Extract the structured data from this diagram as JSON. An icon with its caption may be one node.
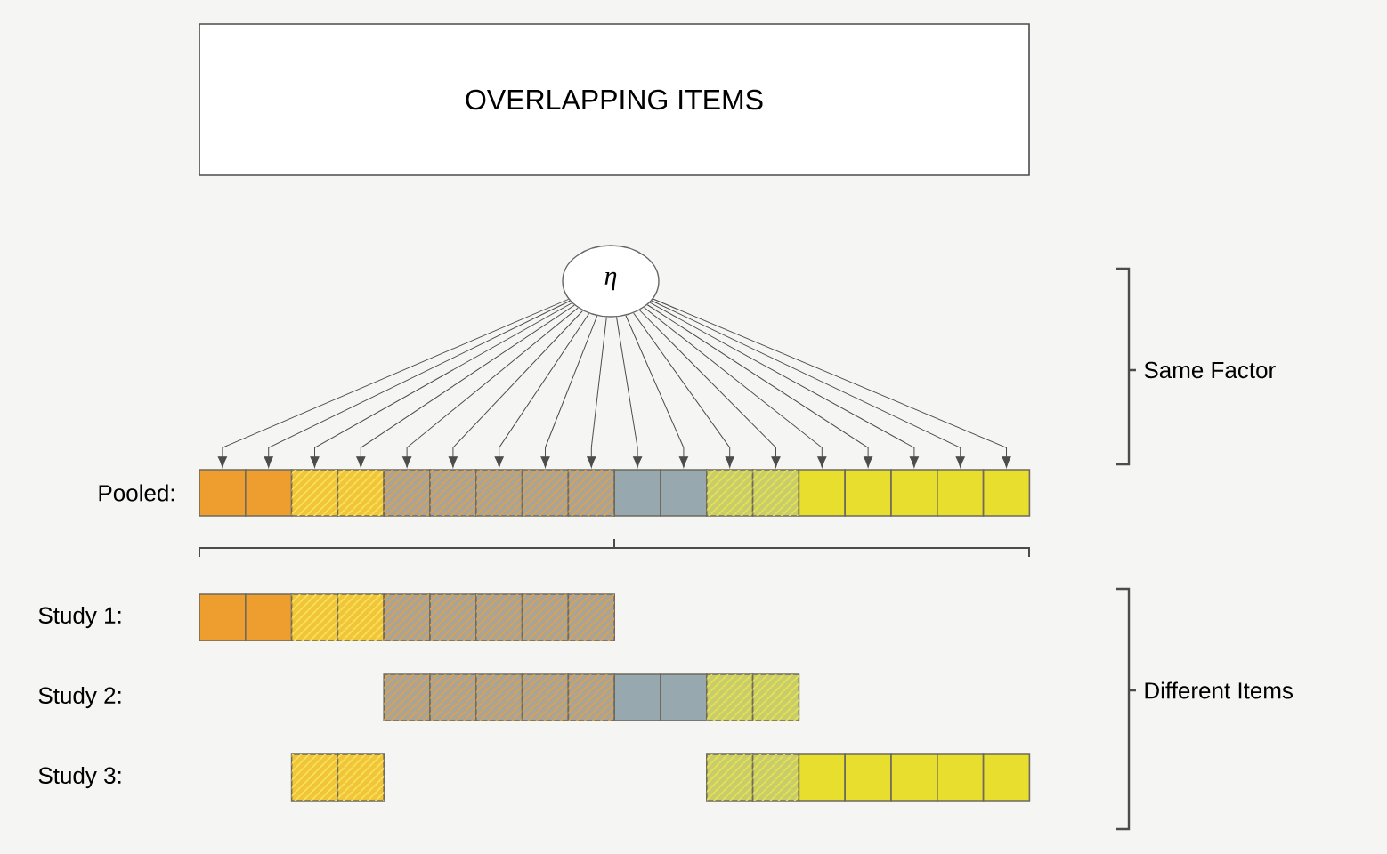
{
  "diagram": {
    "nodes": [
      {
        "text": [
          "OVERLAPPING ITEMS"
        ]
      },
      {
        "text": [
          "η"
        ]
      },
      {
        "text": [],
        "shape": "box"
      },
      {
        "text": [],
        "shape": "box"
      },
      {
        "text": [],
        "shape": "box"
      },
      {
        "text": [],
        "shape": "box"
      },
      {
        "text": [],
        "shape": "box"
      },
      {
        "text": [],
        "shape": "box"
      },
      {
        "text": [],
        "shape": "box"
      },
      {
        "text": [],
        "shape": "box"
      },
      {
        "text": [],
        "shape": "box"
      },
      {
        "text": [],
        "shape": "box"
      },
      {
        "text": [],
        "shape": "box"
      },
      {
        "text": [],
        "shape": "box"
      },
      {
        "text": [],
        "shape": "box"
      },
      {
        "text": [],
        "shape": "box"
      },
      {
        "text": [],
        "shape": "box"
      },
      {
        "text": [],
        "shape": "box"
      },
      {
        "text": [],
        "shape": "box"
      },
      {
        "text": [],
        "shape": "box"
      },
      {
        "text": [],
        "shape": "box"
      },
      {
        "text": [],
        "shape": "box"
      },
      {
        "text": [],
        "shape": "box"
      },
      {
        "text": [],
        "shape": "box"
      },
      {
        "text": [],
        "shape": "box"
      },
      {
        "text": [],
        "shape": "box"
      },
      {
        "text": [],
        "shape": "box"
      },
      {
        "text": [],
        "shape": "box"
      },
      {
        "text": [],
        "shape": "box"
      },
      {
        "text": [],
        "shape": "box"
      },
      {
        "text": [],
        "shape": "box"
      },
      {
        "text": [],
        "shape": "box"
      },
      {
        "text": [],
        "shape": "box"
      },
      {
        "text": [],
        "shape": "box"
      },
      {
        "text": [],
        "shape": "box"
      },
      {
        "text": [],
        "shape": "box"
      },
      {
        "text": [],
        "shape": "box"
      },
      {
        "text": [],
        "shape": "box"
      },
      {
        "text": [],
        "shape": "box"
      },
      {
        "text": [],
        "shape": "box"
      },
      {
        "text": [],
        "shape": "box"
      },
      {
        "text": [],
        "shape": "box"
      },
      {
        "text": [],
        "shape": "box"
      },
      {
        "text": [],
        "shape": "box"
      },
      {
        "text": [],
        "shape": "box"
      },
      {
        "text": [],
        "shape": "box"
      },
      {
        "text": [],
        "shape": "box"
      }
    ],
    "edges": [
      {
        "from": 1,
        "to": 2,
        "arrow": "to"
      },
      {
        "from": 1,
        "to": 3,
        "arrow": "to"
      },
      {
        "from": 1,
        "to": 4,
        "arrow": "to"
      },
      {
        "from": 1,
        "to": 5,
        "arrow": "to"
      },
      {
        "from": 1,
        "to": 6,
        "arrow": "to"
      },
      {
        "from": 1,
        "to": 7,
        "arrow": "to"
      },
      {
        "from": 1,
        "to": 8,
        "arrow": "to"
      },
      {
        "from": 1,
        "to": 9,
        "arrow": "to"
      },
      {
        "from": 1,
        "to": 10,
        "arrow": "to"
      },
      {
        "from": 1,
        "to": 11,
        "arrow": "to"
      },
      {
        "from": 1,
        "to": 12,
        "arrow": "to"
      },
      {
        "from": 1,
        "to": 13,
        "arrow": "to"
      },
      {
        "from": 1,
        "to": 14,
        "arrow": "to"
      },
      {
        "from": 1,
        "to": 15,
        "arrow": "to"
      },
      {
        "from": 1,
        "to": 16,
        "arrow": "to"
      },
      {
        "from": 1,
        "to": 17,
        "arrow": "to"
      },
      {
        "from": 1,
        "to": 18,
        "arrow": "to"
      },
      {
        "from": 1,
        "to": 19,
        "arrow": "to"
      }
    ],
    "labels": [
      "Pooled:",
      "Study 1:",
      "Study 2:",
      "Study 3:",
      "Same Factor",
      "Different Items"
    ]
  }
}
